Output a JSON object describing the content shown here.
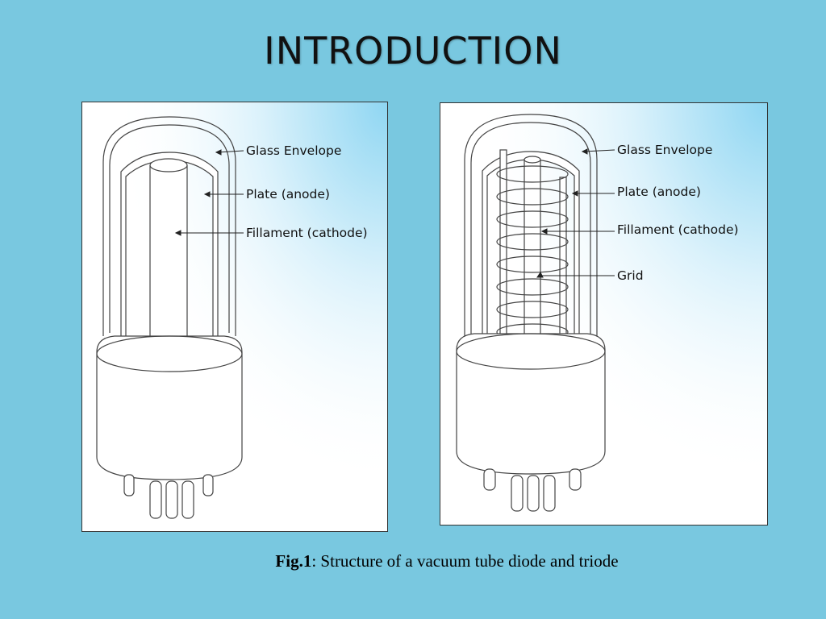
{
  "slide": {
    "title": "INTRODUCTION"
  },
  "diode": {
    "labels": {
      "glass": "Glass Envelope",
      "plate": "Plate (anode)",
      "filament": "Fillament (cathode)"
    }
  },
  "triode": {
    "labels": {
      "glass": "Glass Envelope",
      "plate": "Plate (anode)",
      "filament": "Fillament (cathode)",
      "grid": "Grid"
    }
  },
  "caption": {
    "prefix": "Fig.1",
    "text": ": Structure of a vacuum tube diode and triode"
  },
  "colors": {
    "background": "#79c8e0",
    "panel_glow": "#8fd6f2",
    "line": "#444444"
  }
}
